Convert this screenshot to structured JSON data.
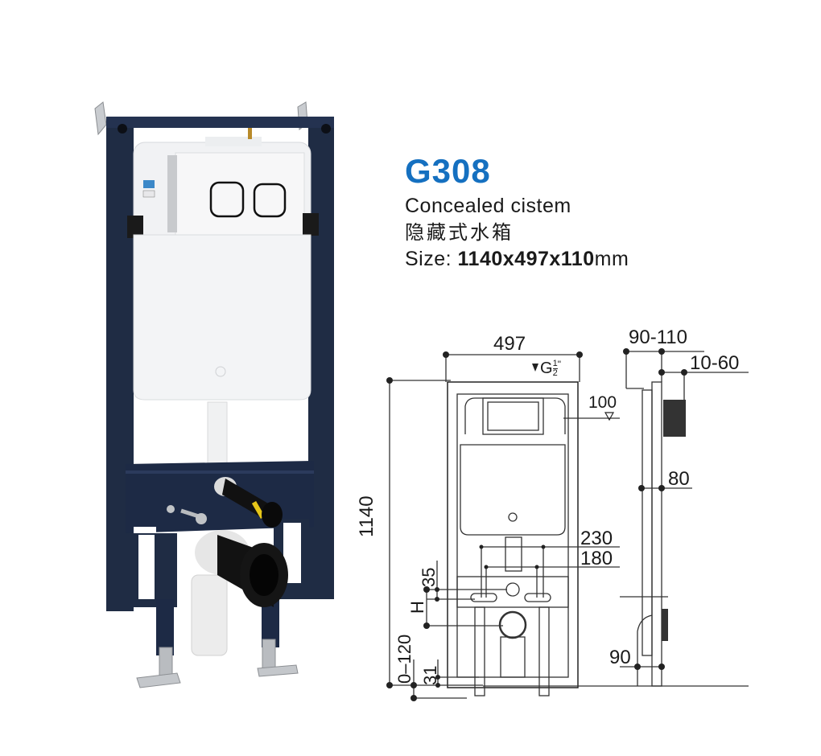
{
  "product": {
    "model": "G308",
    "name_en": "Concealed cistem",
    "name_zh": "隐藏式水箱",
    "size_label": "Size: ",
    "size_value": "1140x497x110",
    "size_unit": "mm"
  },
  "photo": {
    "subject": "concealed-cistern-frame-photo",
    "colors": {
      "frame": "#1f2c44",
      "cistern": "#f2f3f5",
      "pipe": "#111111",
      "pipe_white": "#e8e8e8",
      "steel": "#b5b8bc",
      "accent_yellow": "#e6c619"
    }
  },
  "drawing": {
    "front": {
      "width": "497",
      "height": "1140",
      "water_inlet": "G",
      "water_inlet_fraction_num": "1",
      "water_inlet_fraction_den": "2",
      "water_inlet_unit": "\"",
      "inlet_offset": "100",
      "bolt_span_outer": "230",
      "bolt_span_inner": "180",
      "offset_35": "35",
      "h_label": "H",
      "range_0_120": "0–120",
      "offset_31": "31"
    },
    "side": {
      "depth": "90-110",
      "flush_plate": "10-60",
      "mid_depth": "80",
      "base_depth": "90"
    }
  }
}
